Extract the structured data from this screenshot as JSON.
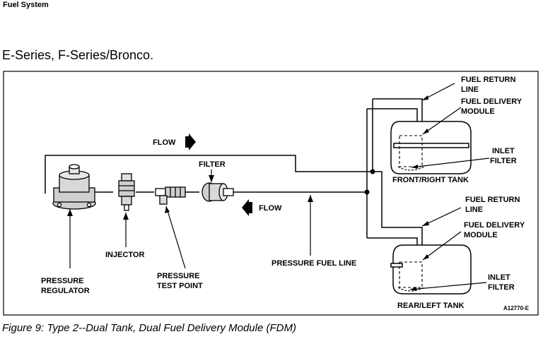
{
  "header": "Fuel System",
  "subtitle": "E-Series, F-Series/Bronco.",
  "caption": "Figure 9: Type 2--Dual Tank, Dual Fuel Delivery Module (FDM)",
  "labels": {
    "flow_top": "FLOW",
    "flow_bottom": "FLOW",
    "filter": "FILTER",
    "injector": "INJECTOR",
    "pressure_regulator_1": "PRESSURE",
    "pressure_regulator_2": "REGULATOR",
    "pressure_test_point_1": "PRESSURE",
    "pressure_test_point_2": "TEST POINT",
    "pressure_fuel_line": "PRESSURE FUEL LINE",
    "front_return_1": "FUEL RETURN",
    "front_return_2": "LINE",
    "front_module_1": "FUEL DELIVERY",
    "front_module_2": "MODULE",
    "front_inlet_1": "INLET",
    "front_inlet_2": "FILTER",
    "front_tank": "FRONT/RIGHT TANK",
    "rear_return_1": "FUEL RETURN",
    "rear_return_2": "LINE",
    "rear_module_1": "FUEL DELIVERY",
    "rear_module_2": "MODULE",
    "rear_inlet_1": "INLET",
    "rear_inlet_2": "FILTER",
    "rear_tank": "REAR/LEFT TANK",
    "figure_code": "A12770-E"
  }
}
